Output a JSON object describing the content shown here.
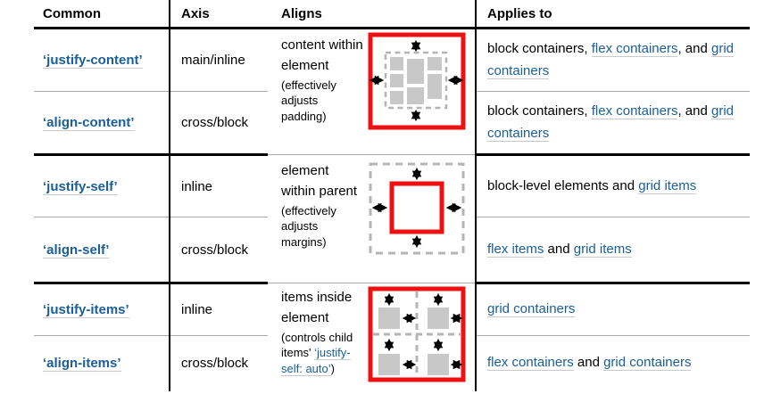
{
  "title": "CSS box alignment properties summary table",
  "colors": {
    "link_blue": "#1a5e9a",
    "accent_red": "#ee1111",
    "item_gray": "#c8c8c8",
    "dash_gray": "#b4b4b4",
    "heavy_rule": "#000000",
    "row_divider": "#aaaaaa"
  },
  "table": {
    "headers": [
      "Common",
      "Axis",
      "Aligns",
      "Applies to"
    ],
    "groups": [
      {
        "aligns_text": "content within element",
        "aligns_note": [
          {
            "text": "(effectively adjusts padding)"
          }
        ],
        "icon": "content-within-element-icon",
        "rows": [
          {
            "common": "‘justify-content’",
            "axis": "main/inline",
            "applies": [
              {
                "text": "block containers, "
              },
              {
                "text": "flex containers",
                "link": true,
                "name": "flex-containers-link"
              },
              {
                "text": ", and "
              },
              {
                "text": "grid containers",
                "link": true,
                "name": "grid-containers-link"
              }
            ]
          },
          {
            "common": "‘align-content’",
            "axis": "cross/block",
            "applies": [
              {
                "text": "block containers, "
              },
              {
                "text": "flex containers",
                "link": true,
                "name": "flex-containers-link"
              },
              {
                "text": ", and "
              },
              {
                "text": "grid containers",
                "link": true,
                "name": "grid-containers-link"
              }
            ]
          }
        ]
      },
      {
        "aligns_text": "element within parent",
        "aligns_note": [
          {
            "text": "(effectively adjusts margins)"
          }
        ],
        "icon": "element-within-parent-icon",
        "rows": [
          {
            "common": "‘justify-self’",
            "axis": "inline",
            "applies": [
              {
                "text": "block-level elements and "
              },
              {
                "text": "grid items",
                "link": true,
                "name": "grid-items-link"
              }
            ]
          },
          {
            "common": "‘align-self’",
            "axis": "cross/block",
            "applies": [
              {
                "text": "flex items",
                "link": true,
                "name": "flex-items-link"
              },
              {
                "text": " and "
              },
              {
                "text": "grid items",
                "link": true,
                "name": "grid-items-link"
              }
            ]
          }
        ]
      },
      {
        "aligns_text": "items inside element",
        "aligns_note": [
          {
            "text": "(controls child items' "
          },
          {
            "text": "‘justify-self: auto’",
            "link": true,
            "name": "justify-self-auto-link"
          },
          {
            "text": ")"
          }
        ],
        "icon": "items-inside-element-icon",
        "rows": [
          {
            "common": "‘justify-items’",
            "axis": "inline",
            "applies": [
              {
                "text": "grid containers",
                "link": true,
                "name": "grid-containers-link"
              }
            ]
          },
          {
            "common": "‘align-items’",
            "axis": "cross/block",
            "applies": [
              {
                "text": "flex containers",
                "link": true,
                "name": "flex-containers-link"
              },
              {
                "text": " and "
              },
              {
                "text": "grid containers",
                "link": true,
                "name": "grid-containers-link"
              }
            ]
          }
        ]
      }
    ]
  }
}
